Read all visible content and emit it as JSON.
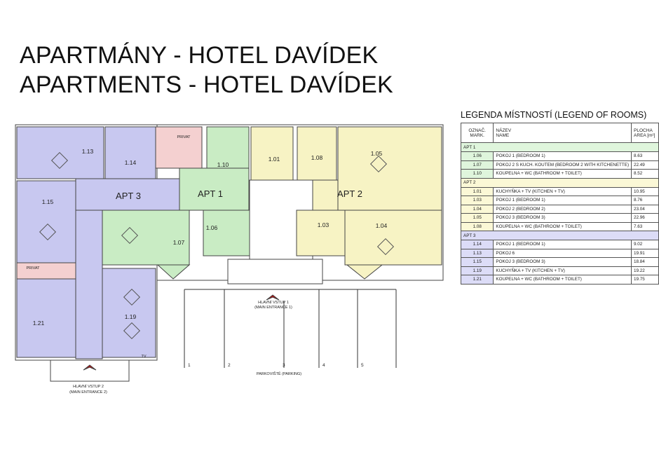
{
  "title": {
    "line1": "APARTMÁNY - HOTEL DAVÍDEK",
    "line2": "APARTMENTS - HOTEL DAVÍDEK"
  },
  "colors": {
    "apt1": "#c9ecc4",
    "apt2": "#f7f3c4",
    "apt3": "#c8c8f0",
    "privat": "#f4d0d0",
    "entrance_arrow": "#b01010"
  },
  "plan": {
    "apartments": [
      "APT 3",
      "APT 1",
      "APT 2"
    ],
    "rooms": [
      "1.13",
      "1.14",
      "1.15",
      "1.21",
      "1.19",
      "1.10",
      "1.07",
      "1.06",
      "1.01",
      "1.08",
      "1.05",
      "1.03",
      "1.04"
    ],
    "privat": "PRIVAT",
    "tv": "TV",
    "entrance1": {
      "line1": "HLAVNÍ VSTUP 1",
      "line2": "(MAIN ENTRANCE 1)"
    },
    "entrance2": {
      "line1": "HLAVNÍ VSTUP 2",
      "line2": "(MAIN ENTRANCE 2)"
    },
    "parking_label": "PARKOVIŠTĚ (PARKING)",
    "parking_spots": [
      "1",
      "2",
      "3",
      "4",
      "5"
    ]
  },
  "legend": {
    "title": "LEGENDA MÍSTNOSTÍ (LEGEND OF ROOMS)",
    "headers": {
      "mark1": "OZNAČ.",
      "mark2": "MARK.",
      "name1": "NÁZEV",
      "name2": "NAME",
      "area1": "PLOCHA",
      "area2": "AREA [m²]"
    },
    "groups": [
      {
        "name": "APT 1",
        "rows": [
          {
            "mark": "1.06",
            "name": "POKOJ 1 (BEDROOM 1)",
            "area": "8.63"
          },
          {
            "mark": "1.07",
            "name": "POKOJ 2 S KUCH. KOUTEM (BEDROOM 2 WITH KITCHENETTE)",
            "area": "22.49"
          },
          {
            "mark": "1.10",
            "name": "KOUPELNA + WC (BATHROOM + TOILET)",
            "area": "8.52"
          }
        ]
      },
      {
        "name": "APT 2",
        "rows": [
          {
            "mark": "1.01",
            "name": "KUCHYŇKA + TV (KITCHEN + TV)",
            "area": "10.95"
          },
          {
            "mark": "1.03",
            "name": "POKOJ 1 (BEDROOM 1)",
            "area": "8.76"
          },
          {
            "mark": "1.04",
            "name": "POKOJ 2 (BEDROOM 2)",
            "area": "23.04"
          },
          {
            "mark": "1.05",
            "name": "POKOJ 3 (BEDROOM 3)",
            "area": "22.96"
          },
          {
            "mark": "1.08",
            "name": "KOUPELNA + WC (BATHROOM + TOILET)",
            "area": "7.63"
          }
        ]
      },
      {
        "name": "APT 3",
        "rows": [
          {
            "mark": "1.14",
            "name": "POKOJ 1 (BEDROOM 1)",
            "area": "9.02"
          },
          {
            "mark": "1.13",
            "name": "POKOJ 6",
            "area": "19.91"
          },
          {
            "mark": "1.15",
            "name": "POKOJ 3 (BEDROOM 3)",
            "area": "18.84"
          },
          {
            "mark": "1.19",
            "name": "KUCHYŇKA + TV (KITCHEN + TV)",
            "area": "19.22"
          },
          {
            "mark": "1.21",
            "name": "KOUPELNA + WC (BATHROOM + TOILET)",
            "area": "19.75"
          }
        ]
      }
    ]
  }
}
